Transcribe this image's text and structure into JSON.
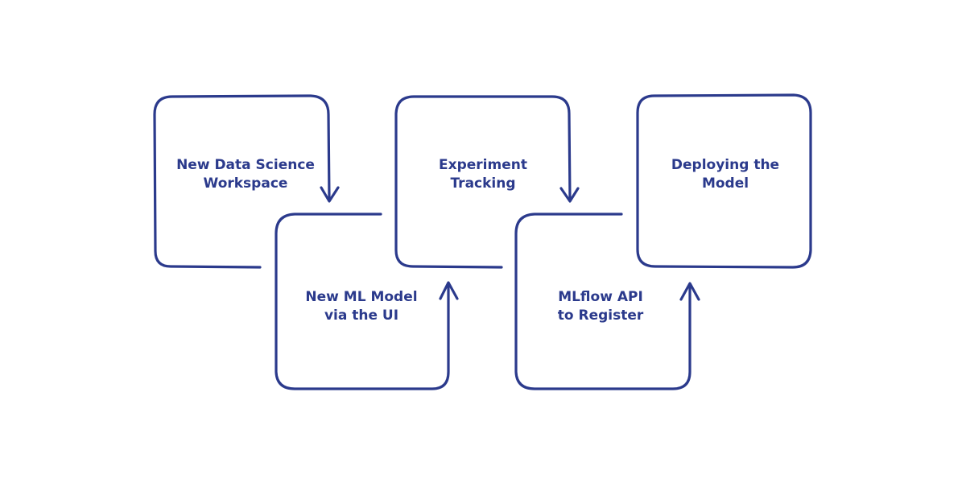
{
  "colors": {
    "stroke": "#2b3a8c",
    "text": "#2b3a8c",
    "background": "#ffffff"
  },
  "steps": [
    {
      "id": "step-1",
      "lines": [
        "New Data Science",
        "Workspace"
      ]
    },
    {
      "id": "step-2",
      "lines": [
        "New ML Model",
        "via the UI"
      ]
    },
    {
      "id": "step-3",
      "lines": [
        "Experiment",
        "Tracking"
      ]
    },
    {
      "id": "step-4",
      "lines": [
        "MLflow API",
        "to Register"
      ]
    },
    {
      "id": "step-5",
      "lines": [
        "Deploying the",
        "Model"
      ]
    }
  ],
  "connectors": [
    {
      "from": "step-1",
      "to": "step-2",
      "direction": "down"
    },
    {
      "from": "step-2",
      "to": "step-3",
      "direction": "up"
    },
    {
      "from": "step-3",
      "to": "step-4",
      "direction": "down"
    },
    {
      "from": "step-4",
      "to": "step-5",
      "direction": "up"
    }
  ]
}
